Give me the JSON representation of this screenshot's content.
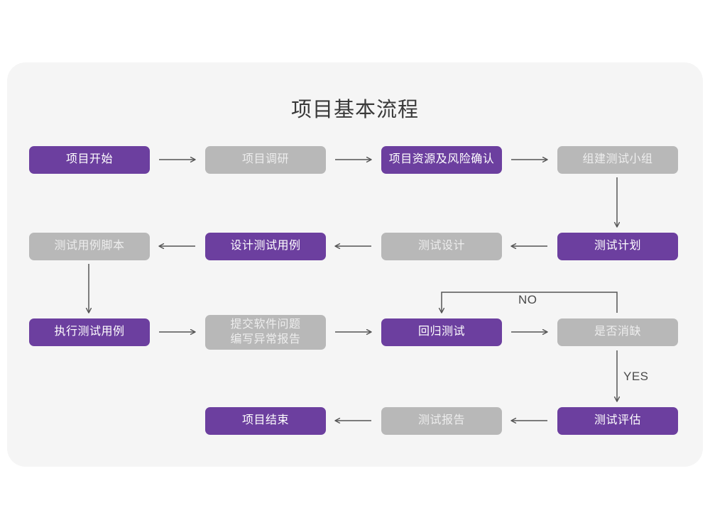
{
  "page": {
    "background_color": "#ffffff",
    "card_color": "#f5f5f5",
    "title": "项目基本流程"
  },
  "palette": {
    "purple": "#6c3f9f",
    "purple_text": "#ffffff",
    "gray": "#b8b8b8",
    "gray_text": "#ededed",
    "connector": "#555555",
    "label_text": "#4a4a4a"
  },
  "chart_data": {
    "type": "diagram",
    "subtype": "flowchart",
    "title": "项目基本流程",
    "nodes": [
      {
        "id": "n1",
        "label": "项目开始",
        "style": "purple",
        "row": 1,
        "col": 1
      },
      {
        "id": "n2",
        "label": "项目调研",
        "style": "gray",
        "row": 1,
        "col": 2
      },
      {
        "id": "n3",
        "label": "项目资源及风险确认",
        "style": "purple",
        "row": 1,
        "col": 3
      },
      {
        "id": "n4",
        "label": "组建测试小组",
        "style": "gray",
        "row": 1,
        "col": 4
      },
      {
        "id": "n5",
        "label": "测试用例脚本",
        "style": "gray",
        "row": 2,
        "col": 1
      },
      {
        "id": "n6",
        "label": "设计测试用例",
        "style": "purple",
        "row": 2,
        "col": 2
      },
      {
        "id": "n7",
        "label": "测试设计",
        "style": "gray",
        "row": 2,
        "col": 3
      },
      {
        "id": "n8",
        "label": "测试计划",
        "style": "purple",
        "row": 2,
        "col": 4
      },
      {
        "id": "n9",
        "label": "执行测试用例",
        "style": "purple",
        "row": 3,
        "col": 1
      },
      {
        "id": "n10",
        "label": "提交软件问题\n编写异常报告",
        "style": "gray",
        "row": 3,
        "col": 2
      },
      {
        "id": "n11",
        "label": "回归测试",
        "style": "purple",
        "row": 3,
        "col": 3
      },
      {
        "id": "n12",
        "label": "是否消缺",
        "style": "gray",
        "row": 3,
        "col": 4
      },
      {
        "id": "n13",
        "label": "项目结束",
        "style": "purple",
        "row": 4,
        "col": 2
      },
      {
        "id": "n14",
        "label": "测试报告",
        "style": "gray",
        "row": 4,
        "col": 3
      },
      {
        "id": "n15",
        "label": "测试评估",
        "style": "purple",
        "row": 4,
        "col": 4
      }
    ],
    "edges": [
      {
        "from": "n1",
        "to": "n2",
        "label": "",
        "direction": "right"
      },
      {
        "from": "n2",
        "to": "n3",
        "label": "",
        "direction": "right"
      },
      {
        "from": "n3",
        "to": "n4",
        "label": "",
        "direction": "right"
      },
      {
        "from": "n4",
        "to": "n8",
        "label": "",
        "direction": "down"
      },
      {
        "from": "n8",
        "to": "n7",
        "label": "",
        "direction": "left"
      },
      {
        "from": "n7",
        "to": "n6",
        "label": "",
        "direction": "left"
      },
      {
        "from": "n6",
        "to": "n5",
        "label": "",
        "direction": "left"
      },
      {
        "from": "n5",
        "to": "n9",
        "label": "",
        "direction": "down"
      },
      {
        "from": "n9",
        "to": "n10",
        "label": "",
        "direction": "right"
      },
      {
        "from": "n10",
        "to": "n11",
        "label": "",
        "direction": "right"
      },
      {
        "from": "n11",
        "to": "n12",
        "label": "",
        "direction": "right"
      },
      {
        "from": "n12",
        "to": "n11",
        "label": "NO",
        "direction": "loop-up-left"
      },
      {
        "from": "n12",
        "to": "n15",
        "label": "YES",
        "direction": "down"
      },
      {
        "from": "n15",
        "to": "n14",
        "label": "",
        "direction": "left"
      },
      {
        "from": "n14",
        "to": "n13",
        "label": "",
        "direction": "left"
      }
    ],
    "edge_labels": [
      {
        "id": "no",
        "text": "NO"
      },
      {
        "id": "yes",
        "text": "YES"
      }
    ]
  }
}
